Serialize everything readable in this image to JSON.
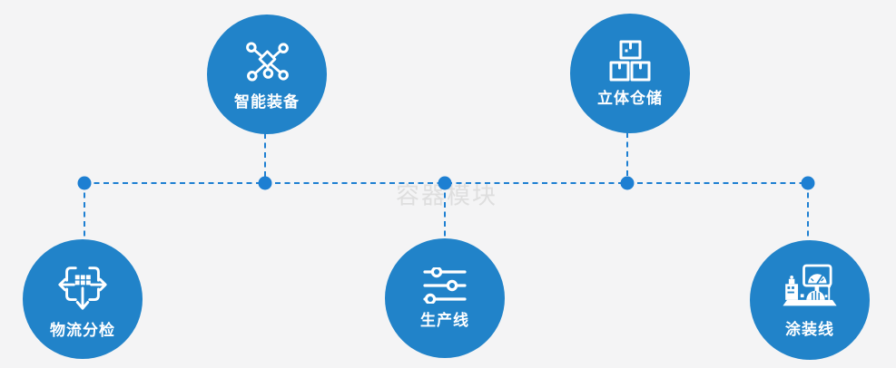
{
  "diagram": {
    "watermark": "容器模块",
    "nodes": [
      {
        "label": "智能装备",
        "icon": "network-icon"
      },
      {
        "label": "立体仓储",
        "icon": "boxes-icon"
      },
      {
        "label": "物流分检",
        "icon": "sorting-icon"
      },
      {
        "label": "生产线",
        "icon": "sliders-icon"
      },
      {
        "label": "涂装线",
        "icon": "machine-icon"
      }
    ],
    "colors": {
      "background": "#f4f4f5",
      "bubble": "#2183c9",
      "connector": "#1d7fd2",
      "label": "#ffffff",
      "watermark": "#d9d9d9"
    }
  }
}
